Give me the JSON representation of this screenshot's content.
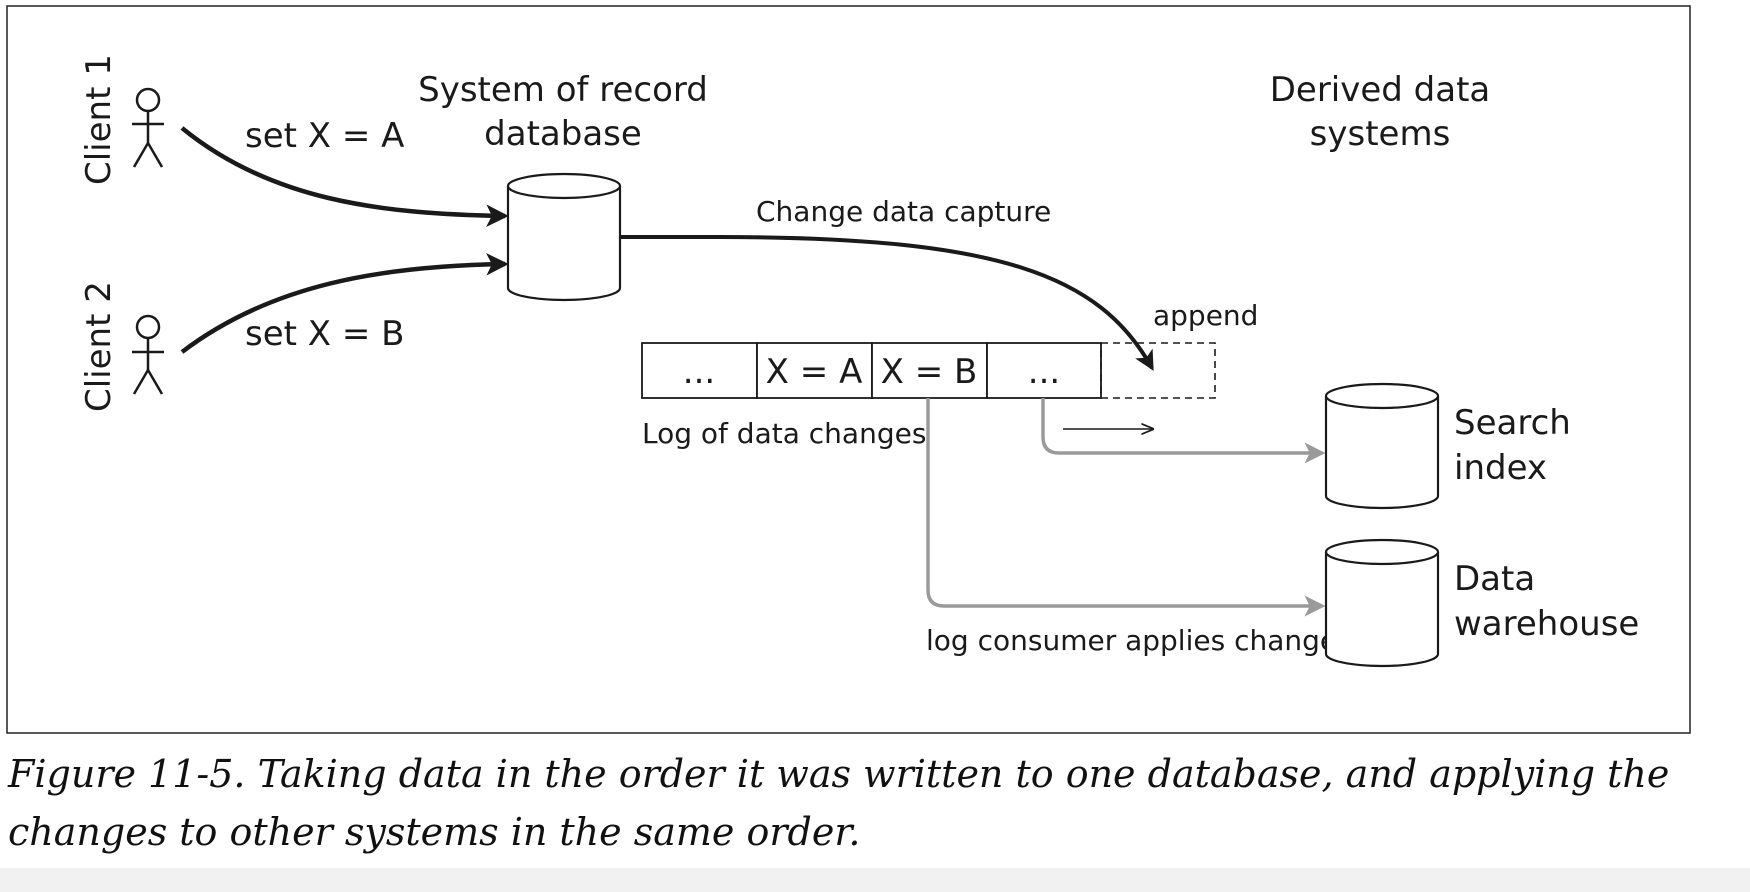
{
  "labels": {
    "client1": "Client 1",
    "client2": "Client 2",
    "set_a": "set X = A",
    "set_b": "set X = B",
    "sor_line1": "System of record",
    "sor_line2": "database",
    "derived_line1": "Derived data",
    "derived_line2": "systems",
    "cdc": "Change data capture",
    "append": "append",
    "log_cells": [
      "...",
      "X = A",
      "X = B",
      "..."
    ],
    "log_label": "Log of data changes",
    "consumer_label": "log consumer applies changes",
    "search_line1": "Search",
    "search_line2": "index",
    "warehouse_line1": "Data",
    "warehouse_line2": "warehouse"
  },
  "caption": "Figure 11-5. Taking data in the order it was written to one database, and applying the changes to other systems in the same order.",
  "colors": {
    "ink": "#1a1a1a",
    "consumer_arrow": "#9a9a9a",
    "frame": "#222222"
  }
}
